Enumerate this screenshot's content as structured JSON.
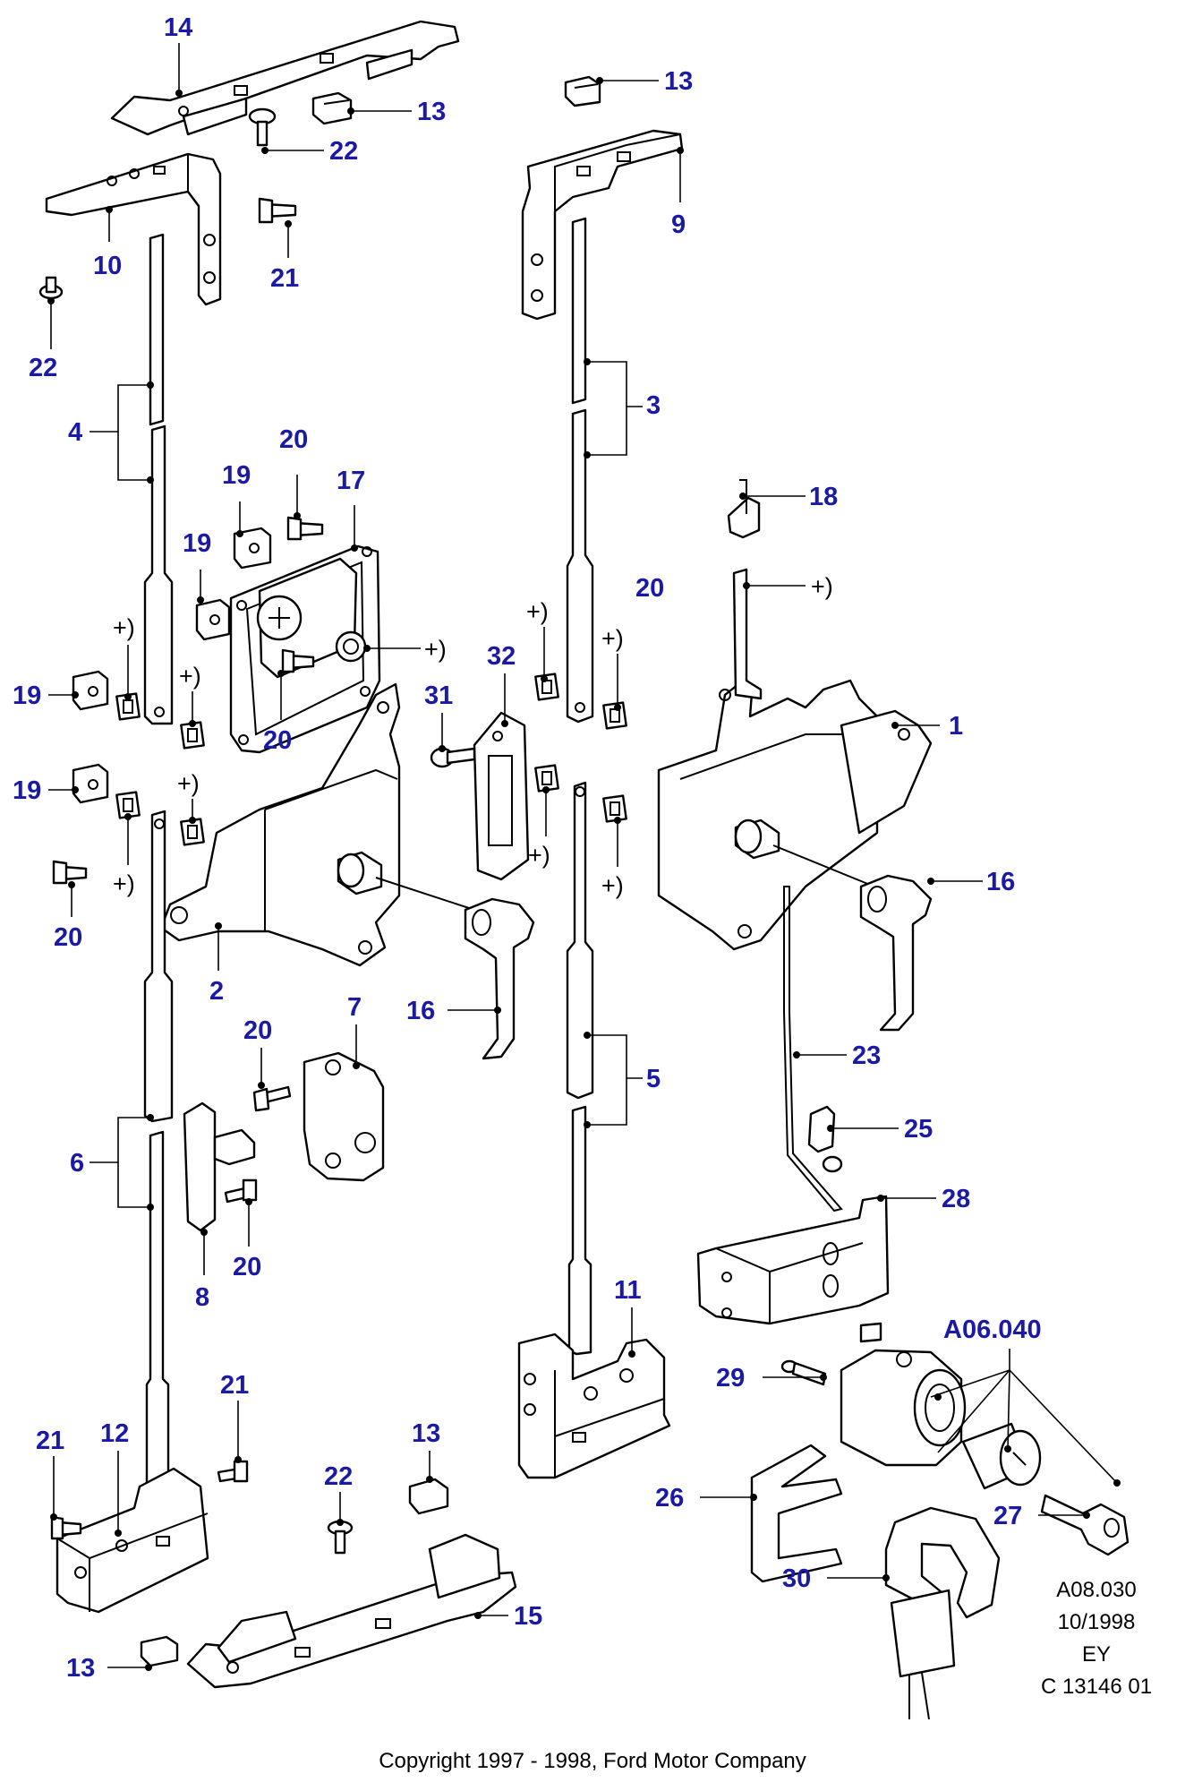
{
  "callouts": {
    "c1": "1",
    "c2": "2",
    "c3": "3",
    "c4": "4",
    "c5": "5",
    "c6": "6",
    "c7": "7",
    "c8": "8",
    "c9": "9",
    "c10": "10",
    "c11": "11",
    "c12": "12",
    "c13": "13",
    "c14": "14",
    "c15": "15",
    "c16": "16",
    "c17": "17",
    "c18": "18",
    "c19": "19",
    "c20": "20",
    "c21": "21",
    "c22": "22",
    "c23": "23",
    "c25": "25",
    "c26": "26",
    "c27": "27",
    "c28": "28",
    "c29": "29",
    "c30": "30",
    "c31": "31",
    "c32": "32",
    "ref": "A06.040"
  },
  "plus_marker": "+)",
  "footer": {
    "drawing_no": "A08.030",
    "date": "10/1998",
    "code": "EY",
    "catalog": "C 13146 01",
    "copyright": "Copyright 1997 - 1998, Ford Motor Company"
  },
  "colors": {
    "callout": "#1a1aa6",
    "line": "#000000",
    "background": "#ffffff"
  }
}
